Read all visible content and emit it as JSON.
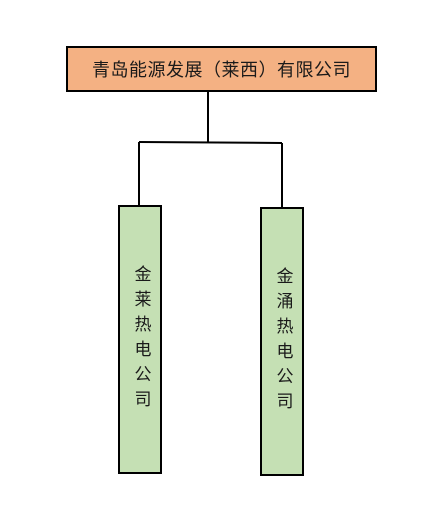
{
  "colors": {
    "root_fill": "#F4B183",
    "child_fill": "#C5E0B4",
    "border": "#000000",
    "connector": "#000000"
  },
  "diagram": {
    "type": "org-chart",
    "root": {
      "label": "青岛能源发展（莱西）有限公司"
    },
    "children": [
      {
        "label": "金莱热电公司"
      },
      {
        "label": "金涌热电公司"
      }
    ]
  }
}
